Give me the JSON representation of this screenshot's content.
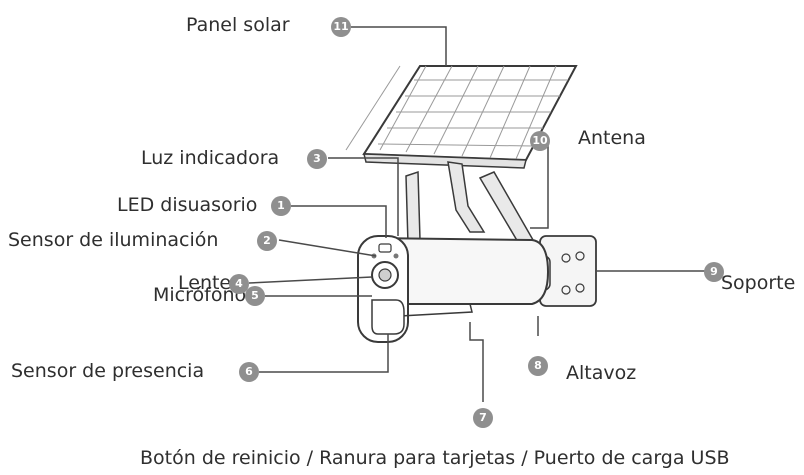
{
  "labels": {
    "panel_solar": "Panel solar",
    "antena": "Antena",
    "luz_indicadora": "Luz indicadora",
    "led_disuasorio": "LED disuasorio",
    "sensor_iluminacion": "Sensor de iluminación",
    "lente": "Lente",
    "microfono": "Micrófono",
    "sensor_presencia": "Sensor de presencia",
    "soporte": "Soporte",
    "altavoz": "Altavoz",
    "bottom": "Botón de reinicio / Ranura para tarjetas / Puerto de carga USB"
  },
  "badges": {
    "b1": "1",
    "b2": "2",
    "b3": "3",
    "b4": "4",
    "b5": "5",
    "b6": "6",
    "b7": "7",
    "b8": "8",
    "b9": "9",
    "b10": "10",
    "b11": "11"
  },
  "colors": {
    "line": "#4a4a4a",
    "badge": "#8f8f8f",
    "text": "#2f2f2f",
    "body": "#f7f7f7"
  }
}
